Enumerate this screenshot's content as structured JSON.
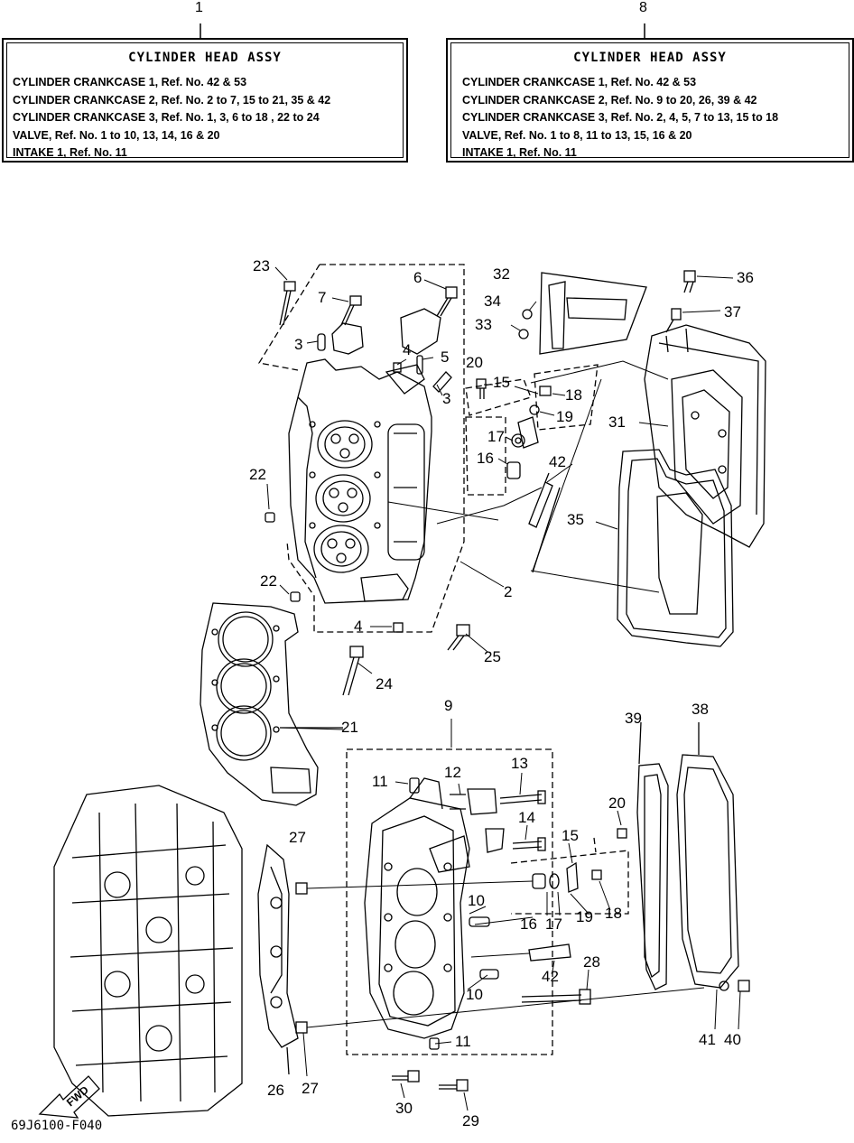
{
  "assembly_boxes": [
    {
      "ref": "1",
      "title": "CYLINDER HEAD ASSY",
      "lines": [
        "CYLINDER CRANKCASE 1, Ref. No. 42 & 53",
        "CYLINDER CRANKCASE 2, Ref. No. 2 to 7, 15 to 21, 35 & 42",
        "CYLINDER CRANKCASE 3, Ref. No. 1, 3, 6 to 18 , 22 to 24",
        "VALVE, Ref. No. 1 to 10, 13, 14, 16 & 20",
        "INTAKE 1, Ref. No. 11"
      ]
    },
    {
      "ref": "8",
      "title": "CYLINDER HEAD ASSY",
      "lines": [
        "CYLINDER CRANKCASE 1, Ref. No. 42 & 53",
        "CYLINDER CRANKCASE 2, Ref. No. 9 to 20, 26, 39 & 42",
        "CYLINDER CRANKCASE 3, Ref. No. 2, 4, 5, 7 to 13, 15 to 18",
        "VALVE, Ref. No. 1 to 8, 11 to 13, 15, 16 & 20",
        "INTAKE 1, Ref. No. 11"
      ]
    }
  ],
  "callouts": [
    "23",
    "6",
    "7",
    "3",
    "4",
    "5",
    "3",
    "20",
    "15",
    "18",
    "19",
    "17",
    "16",
    "42",
    "22",
    "22",
    "4",
    "24",
    "25",
    "2",
    "32",
    "34",
    "33",
    "36",
    "37",
    "31",
    "35",
    "21",
    "9",
    "11",
    "12",
    "13",
    "14",
    "20",
    "15",
    "16",
    "17",
    "19",
    "18",
    "10",
    "42",
    "28",
    "10",
    "11",
    "27",
    "27",
    "26",
    "30",
    "29",
    "39",
    "38",
    "41",
    "40"
  ],
  "fwd_label": "FWD",
  "drawing_code": "69J6100-F040"
}
